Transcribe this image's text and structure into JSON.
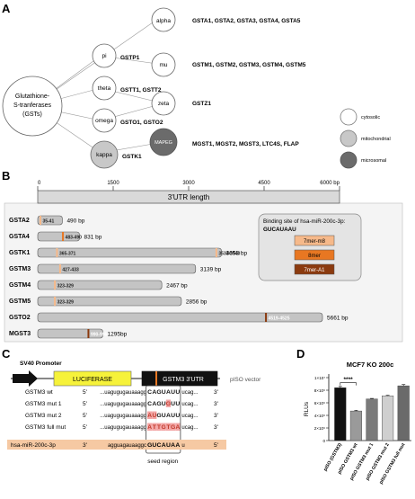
{
  "panels": {
    "a": "A",
    "b": "B",
    "c": "C",
    "d": "D"
  },
  "panel_a": {
    "root": [
      "Glutathione-",
      "S-tranferases",
      "(GSTs)"
    ],
    "classes": [
      {
        "name": "alpha",
        "genes": "GSTA1, GSTA2, GSTA3, GSTA4, GSTA5",
        "type": "cytosolic"
      },
      {
        "name": "pi",
        "genes": "GSTP1",
        "type": "cytosolic"
      },
      {
        "name": "mu",
        "genes": "GSTM1, GSTM2, GSTM3, GSTM4, GSTM5",
        "type": "cytosolic"
      },
      {
        "name": "theta",
        "genes": "GSTT1, GSTT2",
        "type": "cytosolic"
      },
      {
        "name": "zeta",
        "genes": "GSTZ1",
        "type": "cytosolic"
      },
      {
        "name": "omega",
        "genes": "GSTO1, GSTO2",
        "type": "cytosolic"
      },
      {
        "name": "kappa",
        "genes": "GSTK1",
        "type": "mitochondrial"
      },
      {
        "name": "MAPEG",
        "genes": "MGST1, MGST2, MGST3, LTC4S, FLAP",
        "type": "microsomal"
      }
    ],
    "legend": [
      {
        "label": "cytosolic",
        "color": "#ffffff"
      },
      {
        "label": "mitochondrial",
        "color": "#c8c8c8"
      },
      {
        "label": "microsomal",
        "color": "#6b6b6b"
      }
    ]
  },
  "panel_b": {
    "axis_title": "3'UTR length",
    "ticks": [
      "0",
      "1500",
      "3000",
      "4500",
      "6000 bp"
    ],
    "tick_values": [
      0,
      1500,
      3000,
      4500,
      6000
    ],
    "genes": [
      {
        "name": "GSTA2",
        "length": 490,
        "length_label": "490 bp",
        "sites": [
          {
            "start": 35,
            "end": 41,
            "label": "35-41",
            "kind": "7mer-m8"
          }
        ]
      },
      {
        "name": "GSTA4",
        "length": 831,
        "length_label": "831 bp",
        "sites": [
          {
            "start": 483,
            "end": 490,
            "label": "483-490",
            "kind": "8mer"
          }
        ]
      },
      {
        "name": "GSTK1",
        "length": 3653,
        "length_label": "3653 bp",
        "sites": [
          {
            "start": 365,
            "end": 371,
            "label": "365-371",
            "kind": "7mer-m8"
          },
          {
            "start": 3534,
            "end": 3540,
            "label": "3534-3540",
            "kind": "7mer-m8"
          }
        ]
      },
      {
        "name": "GSTM3",
        "length": 3139,
        "length_label": "3139 bp",
        "sites": [
          {
            "start": 427,
            "end": 433,
            "label": "427-433",
            "kind": "7mer-m8"
          }
        ]
      },
      {
        "name": "GSTM4",
        "length": 2467,
        "length_label": "2467 bp",
        "sites": [
          {
            "start": 323,
            "end": 329,
            "label": "323-329",
            "kind": "7mer-m8"
          }
        ]
      },
      {
        "name": "GSTM5",
        "length": 2856,
        "length_label": "2856 bp",
        "sites": [
          {
            "start": 323,
            "end": 329,
            "label": "323-329",
            "kind": "7mer-m8"
          }
        ]
      },
      {
        "name": "GSTO2",
        "length": 5661,
        "length_label": "5661 bp",
        "sites": [
          {
            "start": 4519,
            "end": 4525,
            "label": "4519-4525",
            "kind": "7mer-A1"
          }
        ]
      },
      {
        "name": "MGST3",
        "length": 1295,
        "length_label": "1295bp",
        "sites": [
          {
            "start": 990,
            "end": 996,
            "label": "990-996",
            "kind": "7mer-A1"
          }
        ]
      }
    ],
    "legend_title": "Binding site of hsa-miR-200c-3p:",
    "legend_seq": "GUCAUAAU",
    "legend": [
      {
        "label": "7mer-m8",
        "kind": "7mer-m8",
        "color": "#f6b98a"
      },
      {
        "label": "8mer",
        "kind": "8mer",
        "color": "#e87722"
      },
      {
        "label": "7mer-A1",
        "kind": "7mer-A1",
        "color": "#8b3a0e"
      }
    ]
  },
  "panel_c": {
    "promoter": "SV40 Promoter",
    "luciferase": "LUCIFERASE",
    "utr": "GSTM3 3'UTR",
    "vector": "pISO vector",
    "rows": [
      {
        "name": "GSTM3 wt",
        "p5": "5'",
        "flank": "...uagugugauaaagg",
        "seed": "CAGUAUU",
        "tail": "ucag...",
        "p3": "3'",
        "mut": [
          false,
          false,
          false,
          false,
          false,
          false,
          false
        ]
      },
      {
        "name": "GSTM3 mut 1",
        "p5": "5'",
        "flank": "...uagugugauaaagg",
        "seed": "CAGUGUU",
        "tail": "ucag...",
        "p3": "3'",
        "mut": [
          false,
          false,
          false,
          false,
          true,
          false,
          false
        ]
      },
      {
        "name": "GSTM3 mut 2",
        "p5": "5'",
        "flank": "...uagugugauaaagg",
        "seed": "AUGUAUU",
        "tail": "ucag...",
        "p3": "3'",
        "mut": [
          true,
          true,
          false,
          false,
          false,
          false,
          false
        ]
      },
      {
        "name": "GSTM3 full mut",
        "p5": "5'",
        "flank": "...uagugugauaaagg",
        "seed": "ATTGTGA",
        "tail": "ucag...",
        "p3": "3'",
        "mut": [
          true,
          true,
          true,
          true,
          true,
          true,
          true
        ]
      }
    ],
    "mirna": {
      "name": "hsa-miR-200c-3p",
      "p3": "3'",
      "flank": "agguagauaaggc",
      "seed": "GUCAUAA",
      "tail": "u",
      "p5": "5'"
    },
    "seed_label": "seed region"
  },
  "chart_data": {
    "type": "bar",
    "title": "MCF7 KO 200c",
    "ylabel": "RLUs",
    "ylim": [
      0,
      10000000
    ],
    "yticks": [
      0,
      2000000,
      4000000,
      6000000,
      8000000,
      10000000
    ],
    "ytick_labels": [
      "0",
      "2×10⁶",
      "4×10⁶",
      "6×10⁶",
      "8×10⁶",
      "1×10⁷"
    ],
    "categories": [
      "pISO (GSTM3)",
      "pISO GSTM3 wt",
      "pISO GSTM3 mut 1",
      "pISO GSTM3 mut 2",
      "pISO GSTM3 full mut"
    ],
    "values": [
      8400000,
      4700000,
      6600000,
      7100000,
      8700000
    ],
    "errors": [
      200000,
      100000,
      100000,
      100000,
      200000
    ],
    "colors": [
      "#111111",
      "#9a9a9a",
      "#7a7a7a",
      "#cfcfcf",
      "#6a6a6a"
    ],
    "significance": "****"
  }
}
